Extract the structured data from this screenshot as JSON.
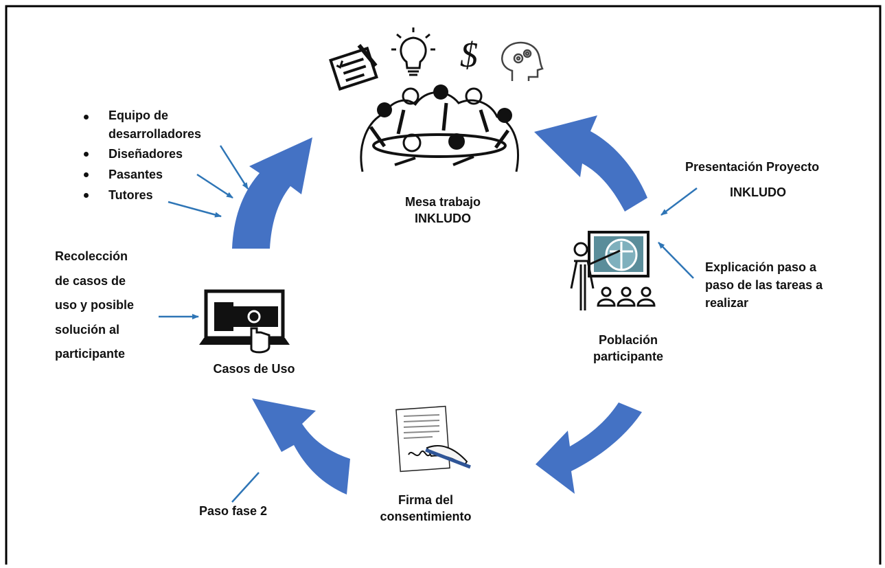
{
  "colors": {
    "cycle_arrow": "#4472C4",
    "pointer_line": "#2E75B6",
    "frame": "#000000",
    "text": "#111111"
  },
  "nodes": {
    "mesa": {
      "line1": "Mesa trabajo",
      "line2": "INKLUDO",
      "icons": [
        "checklist-icon",
        "lightbulb-icon",
        "dollar-icon",
        "head-gears-icon",
        "team-meeting-icon"
      ]
    },
    "poblacion": {
      "line1": "Población",
      "line2": "participante",
      "icons": [
        "presenter-icon",
        "audience-icon"
      ]
    },
    "firma": {
      "line1": "Firma del",
      "line2": "consentimiento",
      "icons": [
        "signing-document-icon"
      ]
    },
    "casos": {
      "label": "Casos de Uso",
      "icons": [
        "laptop-touch-icon"
      ]
    }
  },
  "annotations": {
    "team": [
      "Equipo de desarrolladores",
      "Diseñadores",
      "Pasantes",
      "Tutores"
    ],
    "team_item1_line1": "Equipo de",
    "team_item1_line2": "desarrolladores",
    "presentacion": {
      "line1": "Presentación Proyecto",
      "line2": "INKLUDO"
    },
    "explicacion": {
      "line1": "Explicación paso a",
      "line2": "paso de las tareas a",
      "line3": "realizar"
    },
    "recoleccion": {
      "line1": "Recolección",
      "line2": "de casos de",
      "line3": "uso y posible",
      "line4": "solución al",
      "line5": "participante"
    },
    "paso": "Paso fase 2"
  }
}
